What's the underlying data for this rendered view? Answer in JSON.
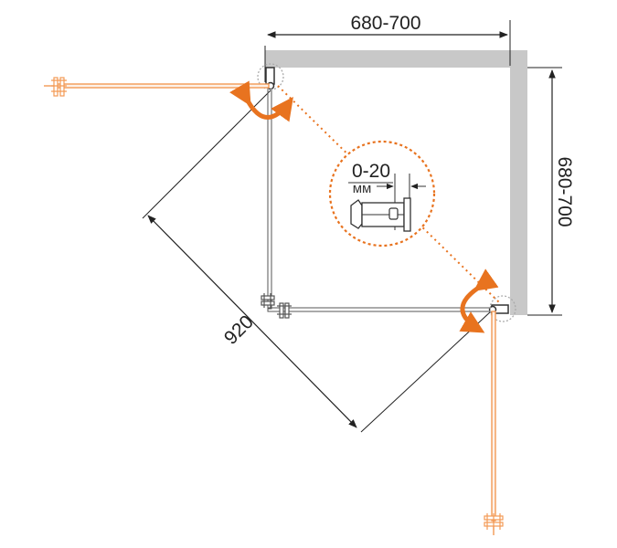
{
  "dimensions": {
    "top_width": "680-700",
    "right_depth": "680-700",
    "diagonal": "920"
  },
  "detail": {
    "adjustment_range": "0-20",
    "unit": "мм"
  },
  "colors": {
    "wall": "#c8c8c8",
    "door": "#f39a55",
    "accent": "#e8731f",
    "frame": "#555555",
    "dimension_line": "#222222"
  },
  "icons": {
    "rotation_arrow": "curved-double-arrow-icon",
    "hinge": "hinge-icon",
    "handle": "handle-icon"
  }
}
